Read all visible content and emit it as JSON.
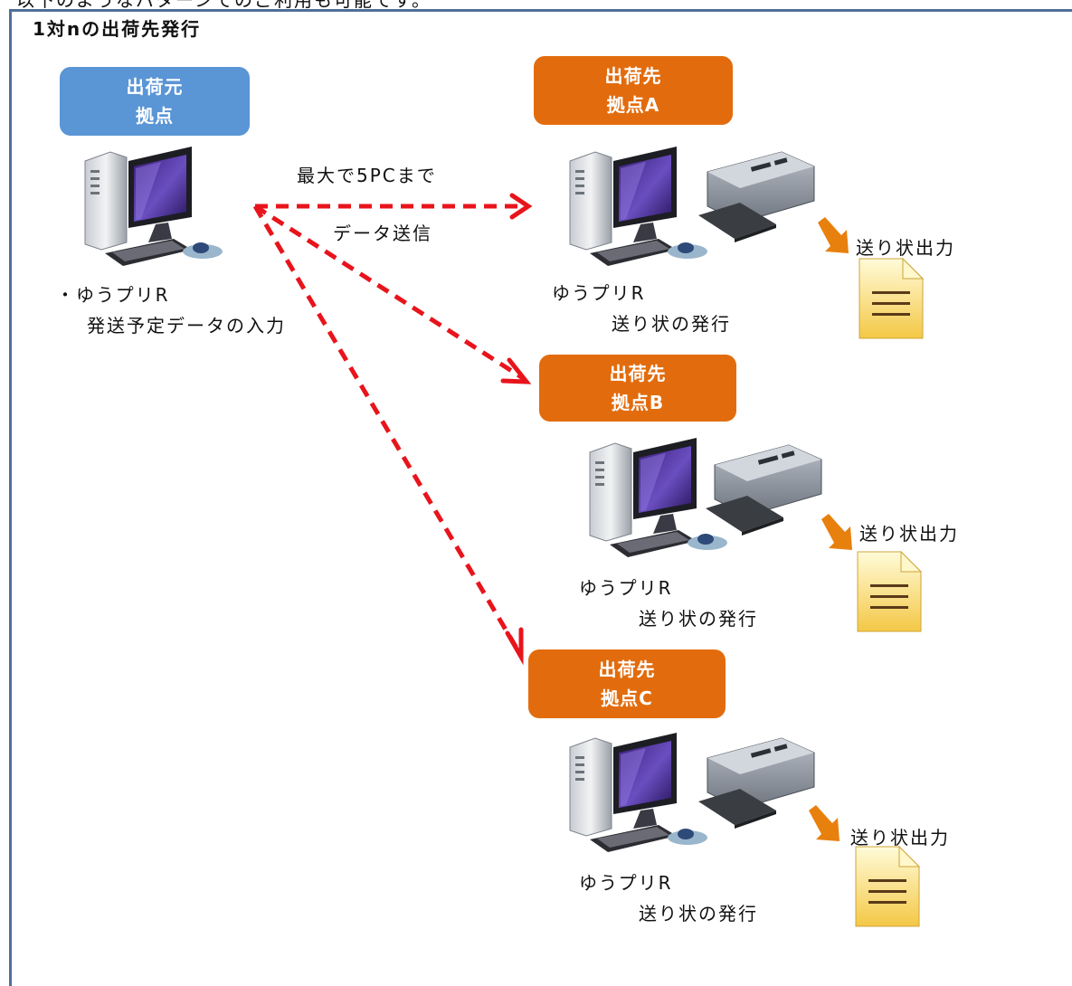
{
  "top_text": "以下のようなパターンでのご利用も可能です。",
  "title": "1対nの出荷先発行",
  "source": {
    "box_line1": "出荷元",
    "box_line2": "拠点",
    "note_line1": "・ゆうプリR",
    "note_line2": "発送予定データの入力"
  },
  "arrow_labels": {
    "max": "最大で5PCまで",
    "send": "データ送信"
  },
  "destinations": [
    {
      "box_line1": "出荷先",
      "box_line2": "拠点A",
      "pc_line1": "ゆうプリR",
      "pc_line2": "送り状の発行",
      "output": "送り状出力"
    },
    {
      "box_line1": "出荷先",
      "box_line2": "拠点B",
      "pc_line1": "ゆうプリR",
      "pc_line2": "送り状の発行",
      "output": "送り状出力"
    },
    {
      "box_line1": "出荷先",
      "box_line2": "拠点C",
      "pc_line1": "ゆうプリR",
      "pc_line2": "送り状の発行",
      "output": "送り状出力"
    }
  ],
  "colors": {
    "source_box": "#5a95d5",
    "dest_box": "#e26c0d",
    "arrow": "#e8141c",
    "output_arrow": "#e8800e",
    "frame": "#4f6f96"
  },
  "icons": [
    "computer-icon",
    "printer-icon",
    "document-icon",
    "output-arrow-icon"
  ]
}
